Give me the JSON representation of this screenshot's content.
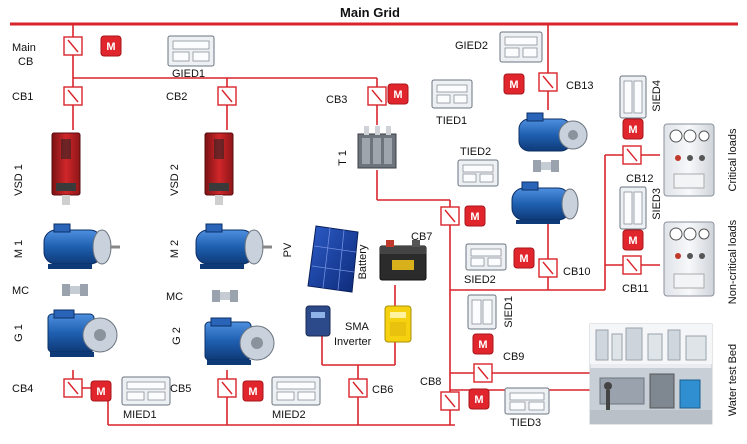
{
  "main_grid": "Main Grid",
  "breakers": {
    "main_cb_1": "Main",
    "main_cb_2": "CB",
    "cb1": "CB1",
    "cb2": "CB2",
    "cb3": "CB3",
    "cb4": "CB4",
    "cb5": "CB5",
    "cb6": "CB6",
    "cb7": "CB7",
    "cb8": "CB8",
    "cb9": "CB9",
    "cb10": "CB10",
    "cb11": "CB11",
    "cb12": "CB12",
    "cb13": "CB13"
  },
  "ieds": {
    "gied1": "GIED1",
    "gied2": "GIED2",
    "tied1": "TIED1",
    "tied2": "TIED2",
    "tied3": "TIED3",
    "mied1": "MIED1",
    "mied2": "MIED2",
    "sied1": "SIED1",
    "sied2": "SIED2",
    "sied3": "SIED3",
    "sied4": "SIED4"
  },
  "marker": "M",
  "equipment": {
    "vsd1": "VSD 1",
    "vsd2": "VSD 2",
    "m1": "M 1",
    "m2": "M 2",
    "mc1": "MC",
    "mc2": "MC",
    "g1": "G 1",
    "g2": "G 2",
    "t1": "T 1",
    "pv": "PV",
    "battery": "Battery",
    "inverter_1": "SMA",
    "inverter_2": "Inverter",
    "critical_loads": "Critical loads",
    "noncritical_loads": "Non-critical loads",
    "water_test_bed": "Water test Bed"
  },
  "colors": {
    "line": "#d9242b",
    "marker": "#e0262c",
    "motor": "#1f5fb0"
  }
}
